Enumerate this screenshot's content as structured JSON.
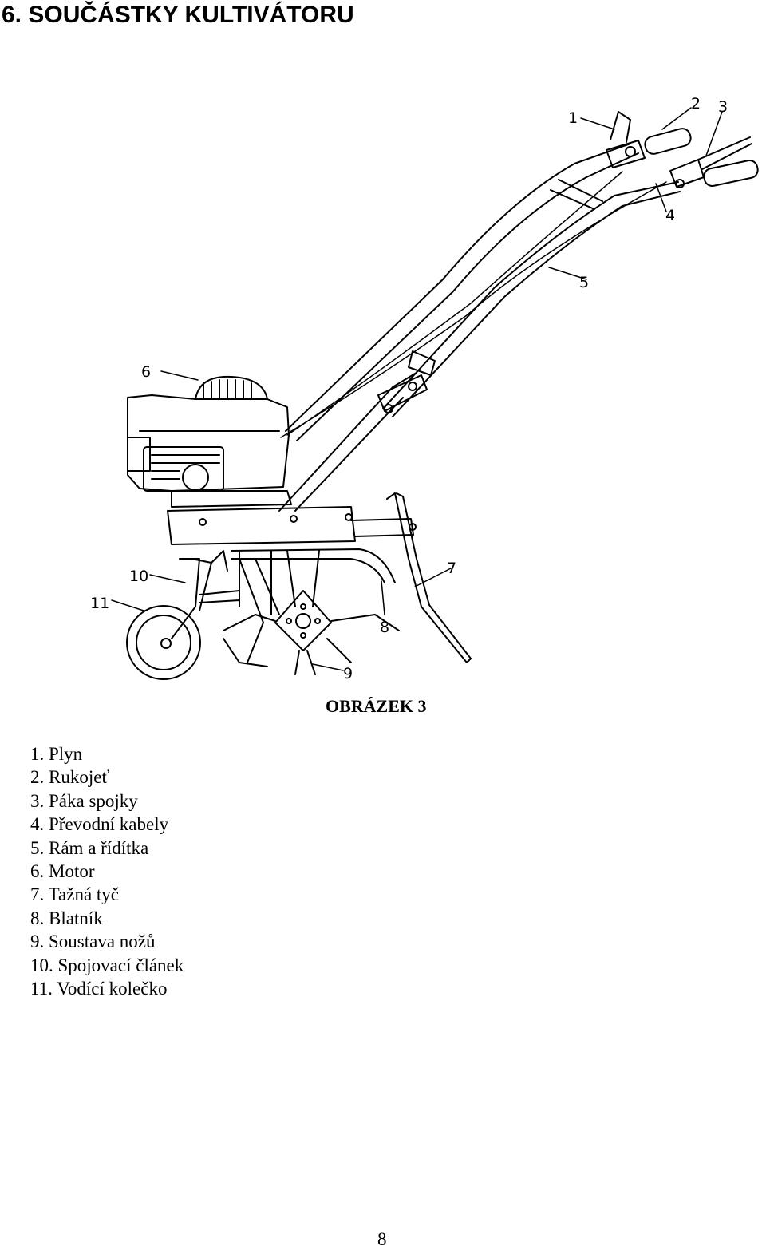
{
  "heading": "6. SOUČÁSTKY KULTIVÁTORU",
  "figure": {
    "caption": "OBRÁZEK 3",
    "callouts": [
      "1",
      "2",
      "3",
      "4",
      "5",
      "6",
      "7",
      "8",
      "9",
      "10",
      "11"
    ]
  },
  "parts": [
    {
      "num": "1.",
      "label": "Plyn"
    },
    {
      "num": "2.",
      "label": "Rukojeť"
    },
    {
      "num": "3.",
      "label": "Páka spojky"
    },
    {
      "num": "4.",
      "label": "Převodní kabely"
    },
    {
      "num": "5.",
      "label": "Rám a řídítka"
    },
    {
      "num": "6.",
      "label": "Motor"
    },
    {
      "num": "7.",
      "label": "Tažná tyč"
    },
    {
      "num": "8.",
      "label": "Blatník"
    },
    {
      "num": "9.",
      "label": "Soustava nožů"
    },
    {
      "num": "10.",
      "label": "Spojovací článek"
    },
    {
      "num": "11.",
      "label": "Vodící kolečko"
    }
  ],
  "page_number": "8"
}
